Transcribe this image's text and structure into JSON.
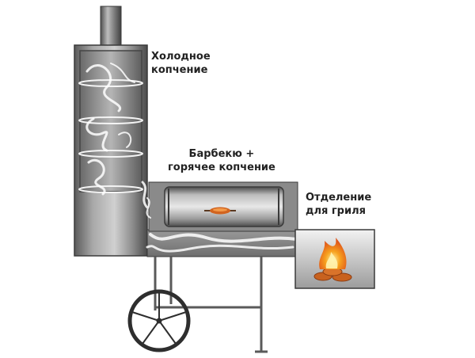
{
  "labels": {
    "cold_smoking": {
      "line1": "Холодное",
      "line2": "копчение"
    },
    "bbq_hot_smoking": {
      "line1": "Барбекю +",
      "line2": "горячее копчение"
    },
    "grill_compartment": {
      "line1": "Отделение",
      "line2": "для гриля"
    }
  },
  "colors": {
    "metal_dark": "#5a5a5a",
    "metal_mid": "#9a9a9a",
    "metal_light": "#e6e6e6",
    "smoke": "#ffffff",
    "fire": "#f28a1c",
    "log": "#c8621f"
  },
  "icons": {
    "fire": "fire-icon",
    "skewer": "meat-skewer-icon",
    "wheel": "cart-wheel-icon"
  }
}
